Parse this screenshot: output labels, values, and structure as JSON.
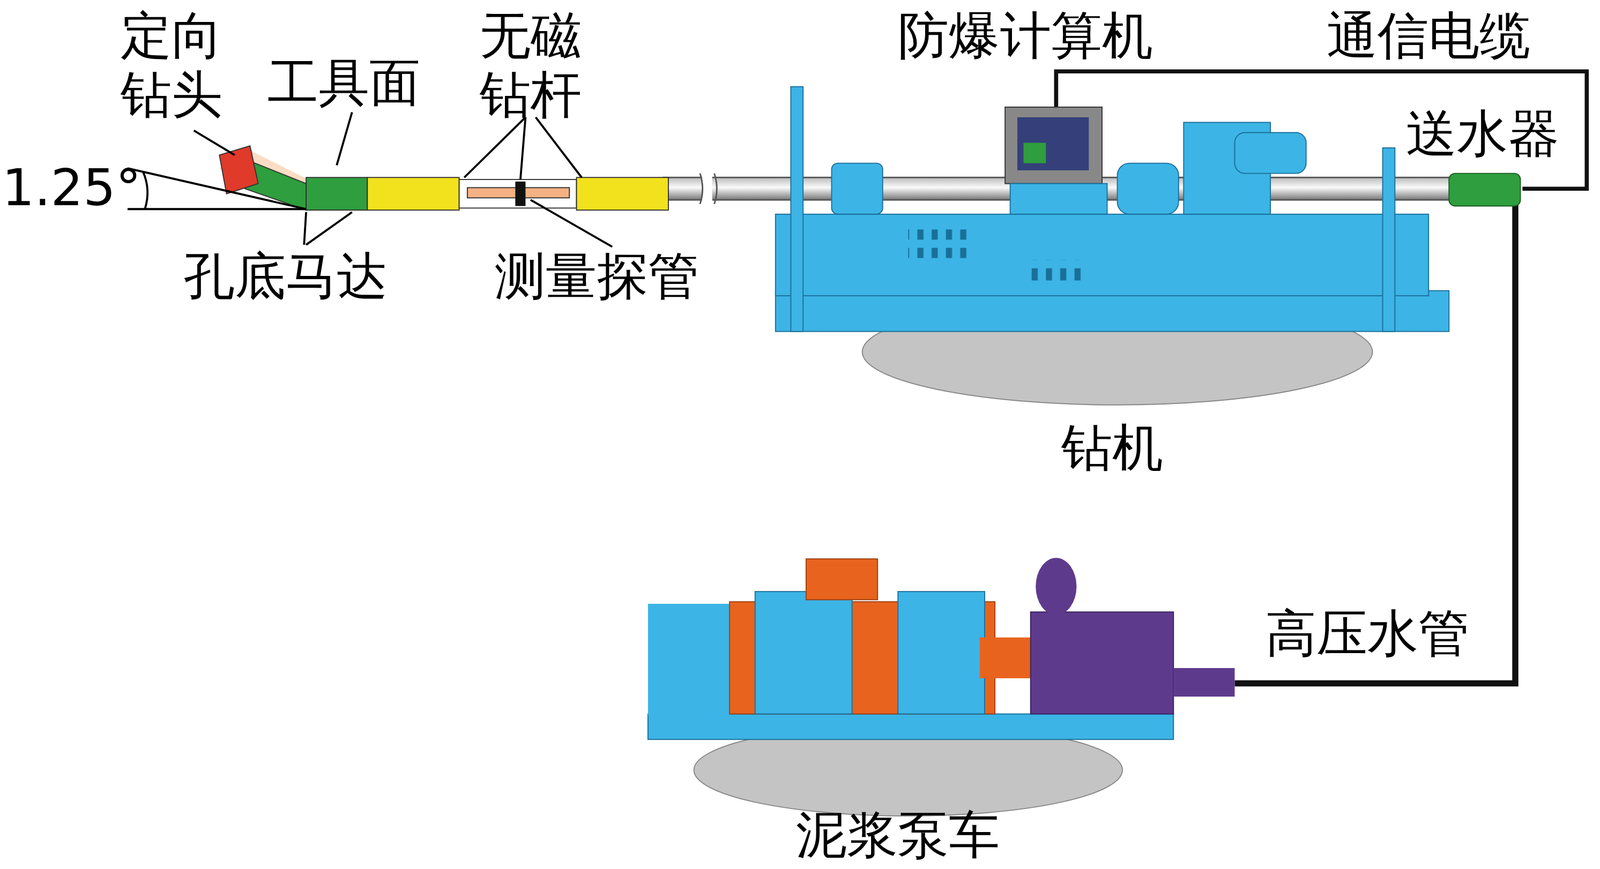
{
  "diagram": {
    "labels": [
      "定向 钻头",
      "工具面",
      "无磁 钻杆",
      "防爆计算机",
      "通信电缆",
      "送水器",
      "1.25°",
      "孔底马达",
      "测量探管",
      "钻机",
      "高压水管",
      "泥浆泵车"
    ]
  }
}
